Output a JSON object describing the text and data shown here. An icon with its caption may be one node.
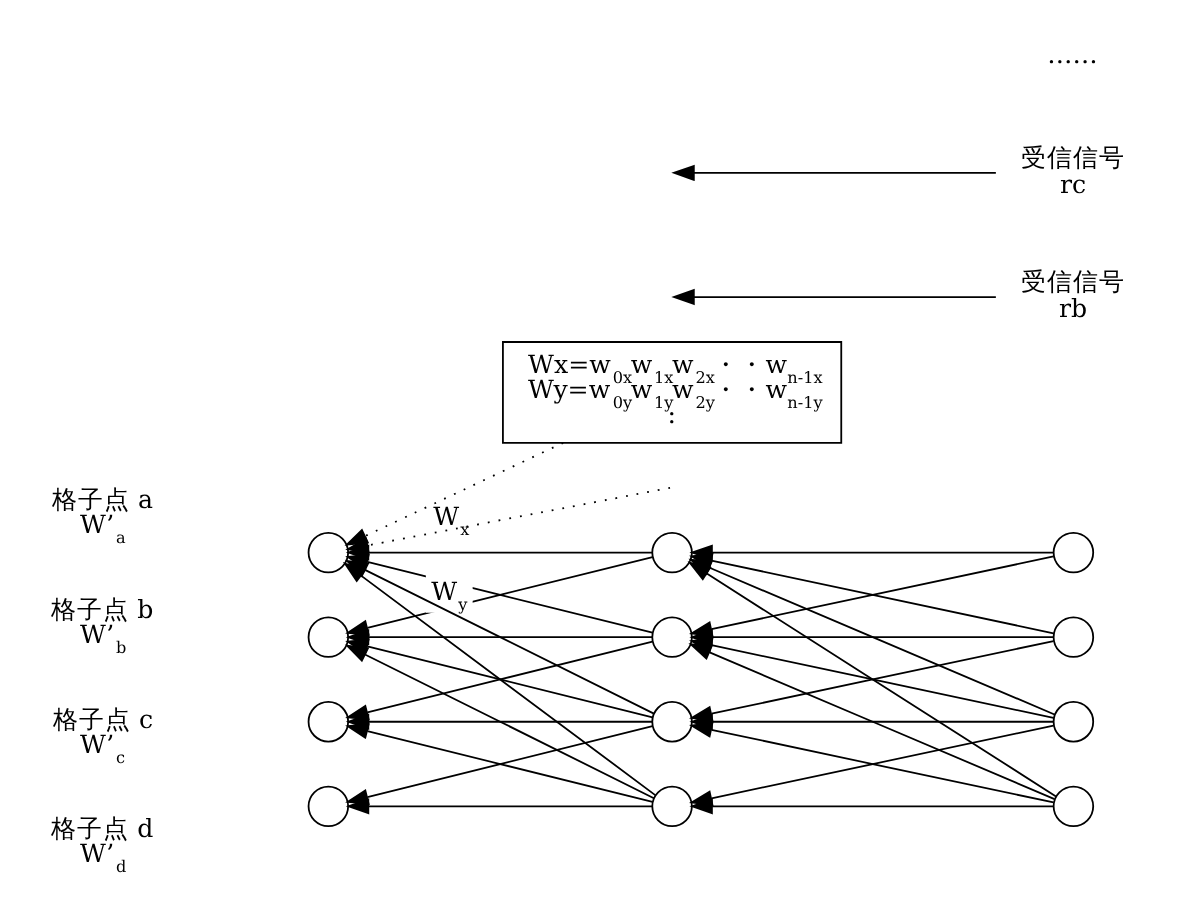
{
  "diagram": {
    "nodes": [
      {
        "text": [],
        "shape": "circle",
        "beside": [
          "格子点 a",
          "W’$_{a}$"
        ]
      },
      {
        "text": [],
        "shape": "circle",
        "beside": [
          "格子点 b",
          "W’$_{b}$"
        ]
      },
      {
        "text": [],
        "shape": "circle",
        "beside": [
          "格子点 c",
          "W’$_{c}$"
        ]
      },
      {
        "text": [],
        "shape": "circle",
        "beside": [
          "格子点 d",
          "W’$_{d}$"
        ]
      },
      {
        "text": [],
        "shape": "circle"
      },
      {
        "text": [],
        "shape": "circle"
      },
      {
        "text": [],
        "shape": "circle"
      },
      {
        "text": [],
        "shape": "circle"
      },
      {
        "text": [],
        "shape": "circle"
      },
      {
        "text": [],
        "shape": "circle"
      },
      {
        "text": [],
        "shape": "circle"
      },
      {
        "text": [],
        "shape": "circle"
      },
      {
        "text": [
          "Wx=w$_{0x}$w$_{1x}$w$_{2x}$・・w$_{n-1x}$",
          "Wy=w$_{0y}$w$_{1y}$w$_{2y}$・・w$_{n-1y}$",
          ":"
        ]
      },
      {
        "text": [
          "受信信号",
          "rb"
        ]
      },
      {
        "text": [
          "受信信号",
          "rc"
        ]
      }
    ],
    "edges": [
      {
        "from": 12,
        "to": 0,
        "arrow": "to",
        "style": "dashed"
      },
      {
        "from": null,
        "to": 0,
        "arrow": "to",
        "style": "dashed"
      },
      {
        "from": 13,
        "to": null,
        "arrow": "to"
      },
      {
        "from": 14,
        "to": null,
        "arrow": "to"
      },
      {
        "from": 4,
        "to": 0,
        "arrow": "to",
        "label": "W$_{x}$"
      },
      {
        "from": 5,
        "to": 0,
        "arrow": "to",
        "label": "W$_{y}$"
      },
      {
        "from": 6,
        "to": 0,
        "arrow": "to"
      },
      {
        "from": 7,
        "to": 0,
        "arrow": "to"
      },
      {
        "from": 4,
        "to": 1,
        "arrow": "to"
      },
      {
        "from": 5,
        "to": 1,
        "arrow": "to"
      },
      {
        "from": 6,
        "to": 1,
        "arrow": "to"
      },
      {
        "from": 7,
        "to": 1,
        "arrow": "to"
      },
      {
        "from": 5,
        "to": 2,
        "arrow": "to"
      },
      {
        "from": 6,
        "to": 2,
        "arrow": "to"
      },
      {
        "from": 7,
        "to": 2,
        "arrow": "to"
      },
      {
        "from": 6,
        "to": 3,
        "arrow": "to"
      },
      {
        "from": 7,
        "to": 3,
        "arrow": "to"
      },
      {
        "from": 8,
        "to": 4,
        "arrow": "to"
      },
      {
        "from": 9,
        "to": 4,
        "arrow": "to"
      },
      {
        "from": 10,
        "to": 4,
        "arrow": "to"
      },
      {
        "from": 11,
        "to": 4,
        "arrow": "to"
      },
      {
        "from": 8,
        "to": 5,
        "arrow": "to"
      },
      {
        "from": 9,
        "to": 5,
        "arrow": "to"
      },
      {
        "from": 10,
        "to": 5,
        "arrow": "to"
      },
      {
        "from": 11,
        "to": 5,
        "arrow": "to"
      },
      {
        "from": 9,
        "to": 6,
        "arrow": "to"
      },
      {
        "from": 10,
        "to": 6,
        "arrow": "to"
      },
      {
        "from": 11,
        "to": 6,
        "arrow": "to"
      },
      {
        "from": 10,
        "to": 7,
        "arrow": "to"
      },
      {
        "from": 11,
        "to": 7,
        "arrow": "to"
      }
    ],
    "labels": [
      "……"
    ]
  }
}
